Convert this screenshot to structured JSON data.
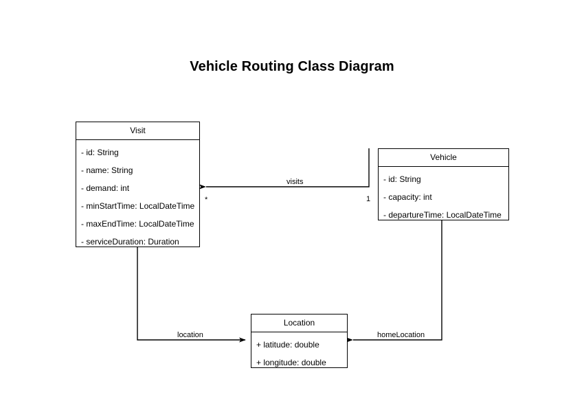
{
  "diagram": {
    "title": "Vehicle Routing Class Diagram",
    "type": "uml-class-diagram",
    "background_color": "#ffffff",
    "line_color": "#000000",
    "text_color": "#000000",
    "classes": [
      {
        "id": "visit",
        "name": "Visit",
        "attributes": [
          "- id: String",
          "- name: String",
          "- demand: int",
          "- minStartTime: LocalDateTime",
          "- maxEndTime: LocalDateTime",
          "- serviceDuration: Duration"
        ]
      },
      {
        "id": "vehicle",
        "name": "Vehicle",
        "attributes": [
          "- id: String",
          "- capacity: int",
          "- departureTime: LocalDateTime"
        ]
      },
      {
        "id": "location",
        "name": "Location",
        "attributes": [
          "+ latitude: double",
          "+ longitude: double"
        ]
      }
    ],
    "relationships": [
      {
        "id": "visits",
        "label": "visits",
        "source": "Vehicle",
        "target": "Visit",
        "source_multiplicity": "1",
        "target_multiplicity": "*"
      },
      {
        "id": "location",
        "label": "location",
        "source": "Visit",
        "target": "Location",
        "source_multiplicity": "",
        "target_multiplicity": ""
      },
      {
        "id": "homeLocation",
        "label": "homeLocation",
        "source": "Vehicle",
        "target": "Location",
        "source_multiplicity": "",
        "target_multiplicity": ""
      }
    ]
  }
}
